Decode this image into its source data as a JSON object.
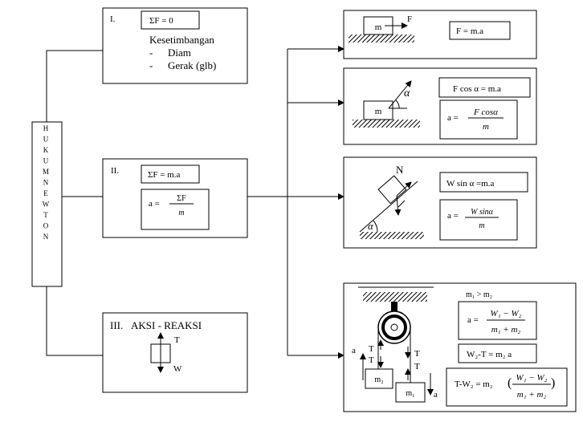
{
  "main_label": {
    "letters": [
      "H",
      "U",
      "K",
      "U",
      "M",
      "N",
      "E",
      "W",
      "T",
      "O",
      "N"
    ]
  },
  "law1": {
    "numeral": "I.",
    "formula": "ΣF = 0",
    "title": "Kesetimbangan",
    "items": [
      {
        "dash": "-",
        "text": "Diam"
      },
      {
        "dash": "-",
        "text": "Gerak (glb)"
      }
    ]
  },
  "law2": {
    "numeral": "II.",
    "formula": "ΣF = m.a",
    "accel_prefix": "a =",
    "accel_num": "ΣF",
    "accel_den": "m"
  },
  "law3": {
    "numeral": "III.",
    "title": "AKSI  - REAKSI",
    "label_top": "T",
    "label_bottom": "W"
  },
  "case1": {
    "mass": "m",
    "force": "F",
    "equation": "F = m.a"
  },
  "case2": {
    "mass": "m",
    "angle": "α",
    "equation": "F cos  α = m.a",
    "accel_prefix": "a =",
    "accel_num": "F cosα",
    "accel_den": "m"
  },
  "case3": {
    "normal": "N",
    "angle": "α",
    "equation": "W sin  α =m.a",
    "accel_prefix": "a =",
    "accel_num": "W sinα",
    "accel_den": "m"
  },
  "case4": {
    "condition": "m₁ > m₂",
    "accel_prefix": "a =",
    "accel_num": "W₁ − W₂",
    "accel_den": "m₁ + m₂",
    "eq2": "W₂-T  =  m₂  a",
    "eq3_prefix": "T-W₂  =  m₂",
    "eq3_num": "W₁ − W₂",
    "eq3_den": "m₁ + m₂",
    "paren_open": "(",
    "paren_close": ")",
    "mass_left": "m₂",
    "mass_right": "m₁",
    "t_left_top": "T",
    "t_left_bottom": "T",
    "t_right_top": "T",
    "t_right_bottom": "T",
    "a_left": "a",
    "a_right": "a"
  }
}
